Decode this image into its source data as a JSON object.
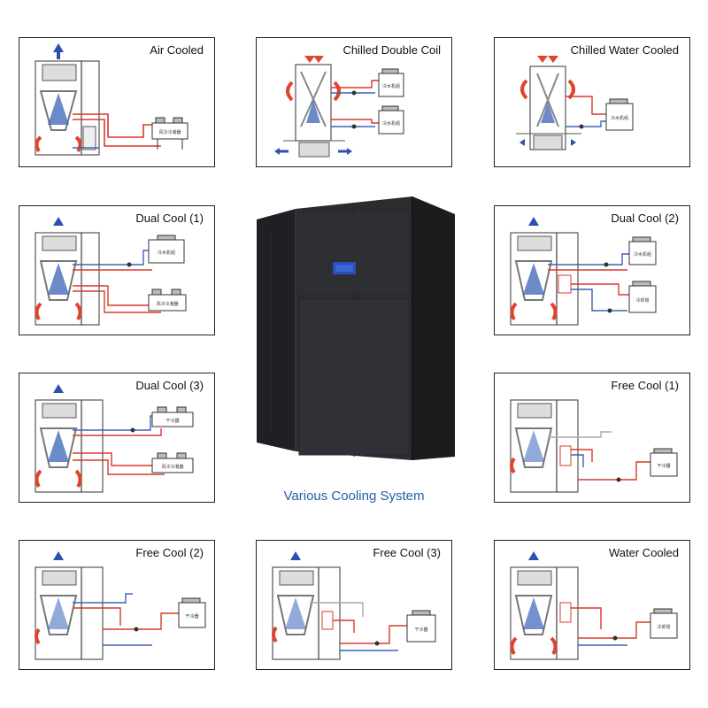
{
  "panels": [
    {
      "title": "Air Cooled",
      "units": [
        {
          "label": "风冷冷凝器"
        }
      ]
    },
    {
      "title": "Chilled Double Coil",
      "units": [
        {
          "label": "冷水机组"
        },
        {
          "label": "冷水机组"
        }
      ]
    },
    {
      "title": "Chilled Water Cooled",
      "units": [
        {
          "label": "冷水机组"
        }
      ]
    },
    {
      "title": "Dual Cool (1)",
      "units": [
        {
          "label": "冷水机组"
        },
        {
          "label": "风冷冷凝器"
        }
      ]
    },
    {
      "title": "Dual Cool (2)",
      "units": [
        {
          "label": "冷水机组"
        },
        {
          "label": "冷却塔"
        }
      ]
    },
    {
      "title": "Dual Cool (3)",
      "units": [
        {
          "label": "干冷器"
        },
        {
          "label": "风冷冷凝器"
        }
      ]
    },
    {
      "title": "Free Cool (1)",
      "units": [
        {
          "label": "干冷器"
        }
      ]
    },
    {
      "title": "Free Cool (2)",
      "units": [
        {
          "label": "干冷器"
        }
      ]
    },
    {
      "title": "Free Cool (3)",
      "units": [
        {
          "label": "干冷器"
        }
      ]
    },
    {
      "title": "Water Cooled",
      "units": [
        {
          "label": "冷却塔"
        }
      ]
    }
  ],
  "caption": "Various Cooling System",
  "colors": {
    "refrigerant_pipe": "#d93a2b",
    "water_pipe": "#3a63b8",
    "airflow_hot": "#e0442f",
    "airflow_cold": "#2d4fb0",
    "cabinet_body": "#2b2c2f",
    "display_screen": "#2a4fb8",
    "caption": "#1f5fa8"
  }
}
